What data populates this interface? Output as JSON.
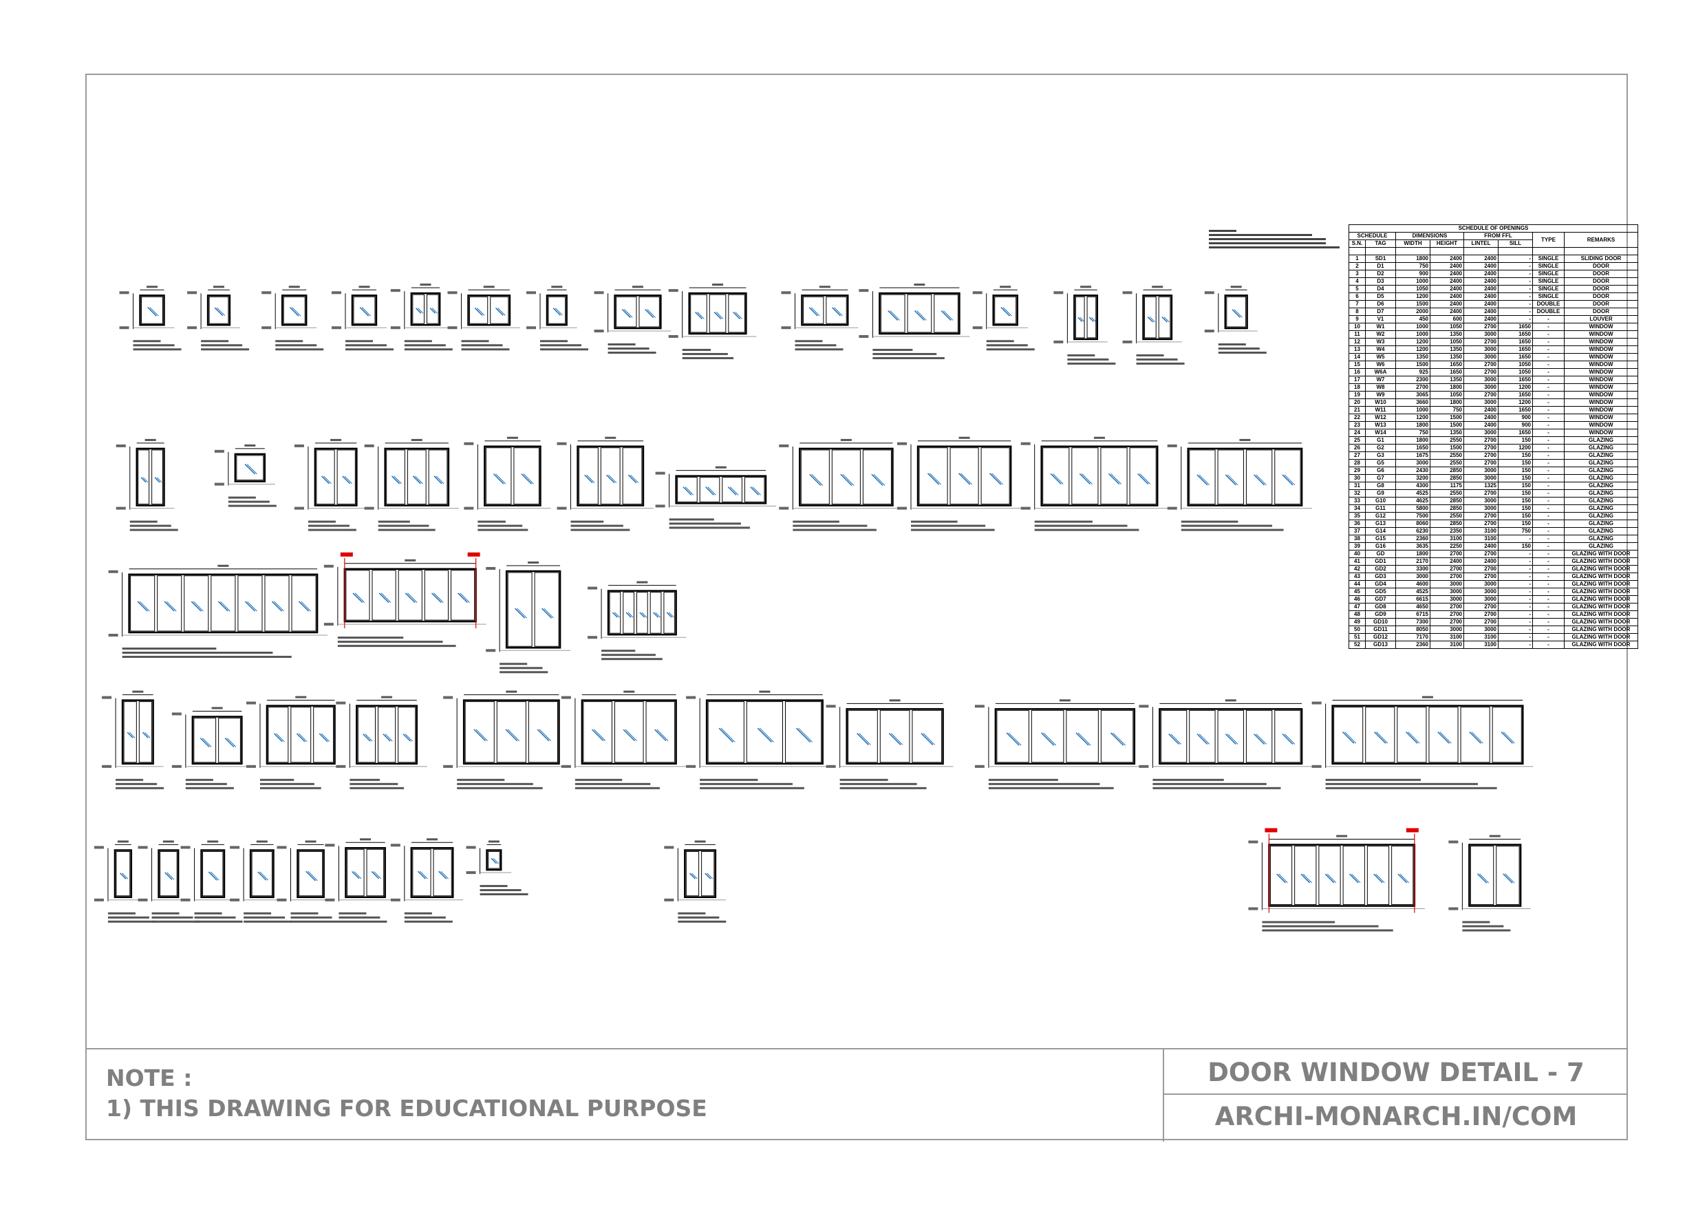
{
  "schedule": {
    "title": "SCHEDULE OF OPENINGS",
    "group_headers": {
      "schedule": "SCHEDULE",
      "dimensions": "DIMENSIONS",
      "from_ffl": "FROM FFL",
      "type": "TYPE",
      "remarks": "REMARKS"
    },
    "columns": [
      "S.N.",
      "TAG",
      "WIDTH",
      "HEIGHT",
      "LINTEL",
      "SILL"
    ],
    "rows": [
      [
        "1",
        "SD1",
        "1800",
        "2400",
        "2400",
        "-",
        "SINGLE",
        "SLIDING DOOR"
      ],
      [
        "2",
        "D1",
        "750",
        "2400",
        "2400",
        "-",
        "SINGLE",
        "DOOR"
      ],
      [
        "3",
        "D2",
        "900",
        "2400",
        "2400",
        "-",
        "SINGLE",
        "DOOR"
      ],
      [
        "4",
        "D3",
        "1000",
        "2400",
        "2400",
        "-",
        "SINGLE",
        "DOOR"
      ],
      [
        "5",
        "D4",
        "1050",
        "2400",
        "2400",
        "-",
        "SINGLE",
        "DOOR"
      ],
      [
        "6",
        "D5",
        "1200",
        "2400",
        "2400",
        "-",
        "SINGLE",
        "DOOR"
      ],
      [
        "7",
        "D6",
        "1500",
        "2400",
        "2400",
        "-",
        "DOUBLE",
        "DOOR"
      ],
      [
        "8",
        "D7",
        "2000",
        "2400",
        "2400",
        "-",
        "DOUBLE",
        "DOOR"
      ],
      [
        "9",
        "V1",
        "450",
        "600",
        "2400",
        "-",
        "-",
        "LOUVER"
      ],
      [
        "10",
        "W1",
        "1000",
        "1050",
        "2700",
        "1650",
        "-",
        "WINDOW"
      ],
      [
        "11",
        "W2",
        "1000",
        "1350",
        "3000",
        "1650",
        "-",
        "WINDOW"
      ],
      [
        "12",
        "W3",
        "1200",
        "1050",
        "2700",
        "1650",
        "-",
        "WINDOW"
      ],
      [
        "13",
        "W4",
        "1200",
        "1350",
        "3000",
        "1650",
        "-",
        "WINDOW"
      ],
      [
        "14",
        "W5",
        "1350",
        "1350",
        "3000",
        "1650",
        "-",
        "WINDOW"
      ],
      [
        "15",
        "W6",
        "1500",
        "1650",
        "2700",
        "1050",
        "-",
        "WINDOW"
      ],
      [
        "16",
        "W6A",
        "925",
        "1650",
        "2700",
        "1050",
        "-",
        "WINDOW"
      ],
      [
        "17",
        "W7",
        "2300",
        "1350",
        "3000",
        "1650",
        "-",
        "WINDOW"
      ],
      [
        "18",
        "W8",
        "2700",
        "1800",
        "3000",
        "1200",
        "-",
        "WINDOW"
      ],
      [
        "19",
        "W9",
        "3065",
        "1050",
        "2700",
        "1650",
        "-",
        "WINDOW"
      ],
      [
        "20",
        "W10",
        "3660",
        "1800",
        "3000",
        "1200",
        "-",
        "WINDOW"
      ],
      [
        "21",
        "W11",
        "1000",
        "750",
        "2400",
        "1650",
        "-",
        "WINDOW"
      ],
      [
        "22",
        "W12",
        "1200",
        "1500",
        "2400",
        "900",
        "-",
        "WINDOW"
      ],
      [
        "23",
        "W13",
        "1800",
        "1500",
        "2400",
        "900",
        "-",
        "WINDOW"
      ],
      [
        "24",
        "W14",
        "750",
        "1350",
        "3000",
        "1650",
        "-",
        "WINDOW"
      ],
      [
        "25",
        "G1",
        "1800",
        "2550",
        "2700",
        "150",
        "-",
        "GLAZING"
      ],
      [
        "26",
        "G2",
        "1650",
        "1500",
        "2700",
        "1200",
        "-",
        "GLAZING"
      ],
      [
        "27",
        "G3",
        "1675",
        "2550",
        "2700",
        "150",
        "-",
        "GLAZING"
      ],
      [
        "28",
        "G5",
        "3000",
        "2550",
        "2700",
        "150",
        "-",
        "GLAZING"
      ],
      [
        "29",
        "G6",
        "2430",
        "2850",
        "3000",
        "150",
        "-",
        "GLAZING"
      ],
      [
        "30",
        "G7",
        "3200",
        "2850",
        "3000",
        "150",
        "-",
        "GLAZING"
      ],
      [
        "31",
        "G8",
        "4300",
        "1175",
        "1325",
        "150",
        "-",
        "GLAZING"
      ],
      [
        "32",
        "G9",
        "4525",
        "2550",
        "2700",
        "150",
        "-",
        "GLAZING"
      ],
      [
        "33",
        "G10",
        "4625",
        "2850",
        "3000",
        "150",
        "-",
        "GLAZING"
      ],
      [
        "34",
        "G11",
        "5800",
        "2850",
        "3000",
        "150",
        "-",
        "GLAZING"
      ],
      [
        "35",
        "G12",
        "7500",
        "2550",
        "2700",
        "150",
        "-",
        "GLAZING"
      ],
      [
        "36",
        "G13",
        "8060",
        "2850",
        "2700",
        "150",
        "-",
        "GLAZING"
      ],
      [
        "37",
        "G14",
        "6230",
        "2350",
        "3100",
        "750",
        "-",
        "GLAZING"
      ],
      [
        "38",
        "G15",
        "2360",
        "3100",
        "3100",
        "-",
        "-",
        "GLAZING"
      ],
      [
        "39",
        "G16",
        "3635",
        "2250",
        "2400",
        "150",
        "-",
        "GLAZING"
      ],
      [
        "40",
        "GD",
        "1800",
        "2700",
        "2700",
        "-",
        "-",
        "GLAZING WITH DOOR"
      ],
      [
        "41",
        "GD1",
        "2170",
        "2400",
        "2400",
        "-",
        "-",
        "GLAZING WITH DOOR"
      ],
      [
        "42",
        "GD2",
        "3300",
        "2700",
        "2700",
        "-",
        "-",
        "GLAZING WITH DOOR"
      ],
      [
        "43",
        "GD3",
        "3000",
        "2700",
        "2700",
        "-",
        "-",
        "GLAZING WITH DOOR"
      ],
      [
        "44",
        "GD4",
        "4600",
        "3000",
        "3000",
        "-",
        "-",
        "GLAZING WITH DOOR"
      ],
      [
        "45",
        "GD5",
        "4525",
        "3000",
        "3000",
        "-",
        "-",
        "GLAZING WITH DOOR"
      ],
      [
        "46",
        "GD7",
        "6615",
        "3000",
        "3000",
        "-",
        "-",
        "GLAZING WITH DOOR"
      ],
      [
        "47",
        "GD8",
        "4650",
        "2700",
        "2700",
        "-",
        "-",
        "GLAZING WITH DOOR"
      ],
      [
        "48",
        "GD9",
        "6715",
        "2700",
        "2700",
        "-",
        "-",
        "GLAZING WITH DOOR"
      ],
      [
        "49",
        "GD10",
        "7300",
        "2700",
        "2700",
        "-",
        "-",
        "GLAZING WITH DOOR"
      ],
      [
        "50",
        "GD11",
        "8050",
        "3000",
        "3000",
        "-",
        "-",
        "GLAZING WITH DOOR"
      ],
      [
        "51",
        "GD12",
        "7170",
        "3100",
        "3100",
        "-",
        "-",
        "GLAZING WITH DOOR"
      ],
      [
        "52",
        "GD13",
        "2360",
        "3100",
        "3100",
        "-",
        "-",
        "GLAZING WITH DOOR"
      ]
    ]
  },
  "title_block": {
    "note_heading": "NOTE :",
    "note_1": "1) THIS DRAWING FOR EDUCATIONAL PURPOSE",
    "sheet_title": "DOOR WINDOW DETAIL - 7",
    "website": "ARCHI-MONARCH.IN/COM"
  },
  "colors": {
    "frame": "#9a9a9a",
    "title_text": "#808080",
    "glass_hatch": "#1f6fb5",
    "markup_red": "#e00000"
  }
}
